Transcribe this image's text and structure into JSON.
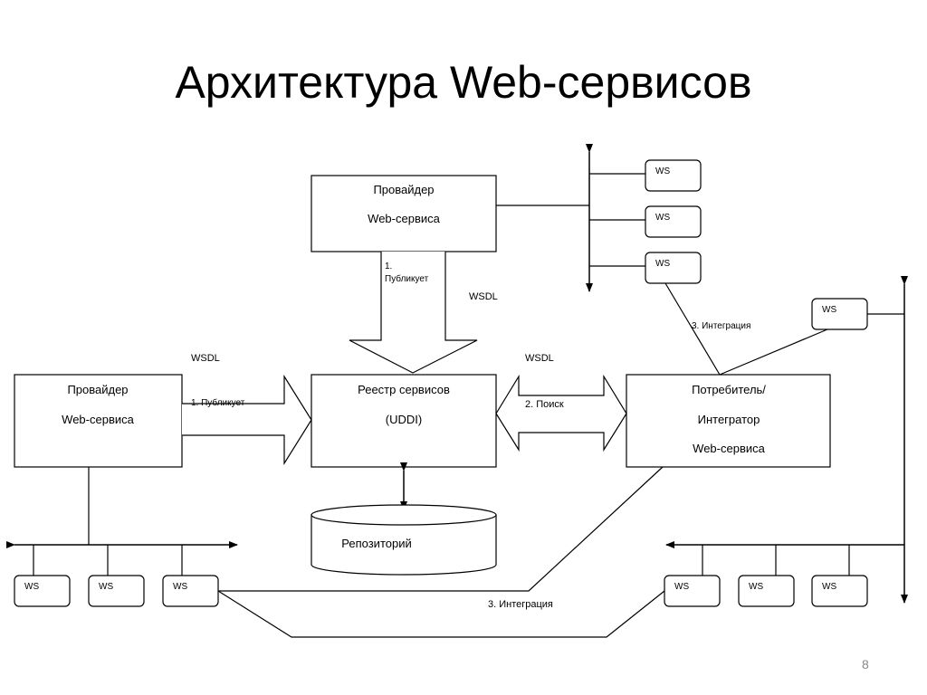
{
  "title": "Архитектура Web-сервисов",
  "page_number": "8",
  "boxes": {
    "provider_top": {
      "line1": "Провайдер",
      "line2": "Web-сервиса"
    },
    "provider_left": {
      "line1": "Провайдер",
      "line2": "Web-сервиса"
    },
    "registry": {
      "line1": "Реестр сервисов",
      "line2": "(UDDI)"
    },
    "consumer": {
      "line1": "Потребитель/",
      "line2": "Интегратор",
      "line3": "Web-сервиса"
    },
    "repository": {
      "label": "Репозиторий"
    }
  },
  "labels": {
    "publish_top_1": "1.",
    "publish_top_2": "Публикует",
    "publish_left": "1. Публикует",
    "search": "2. Поиск",
    "wsdl_top": "WSDL",
    "wsdl_left": "WSDL",
    "wsdl_right": "WSDL",
    "integration_top": "3. Интеграция",
    "integration_bottom": "3. Интеграция"
  },
  "ws_label": "WS"
}
